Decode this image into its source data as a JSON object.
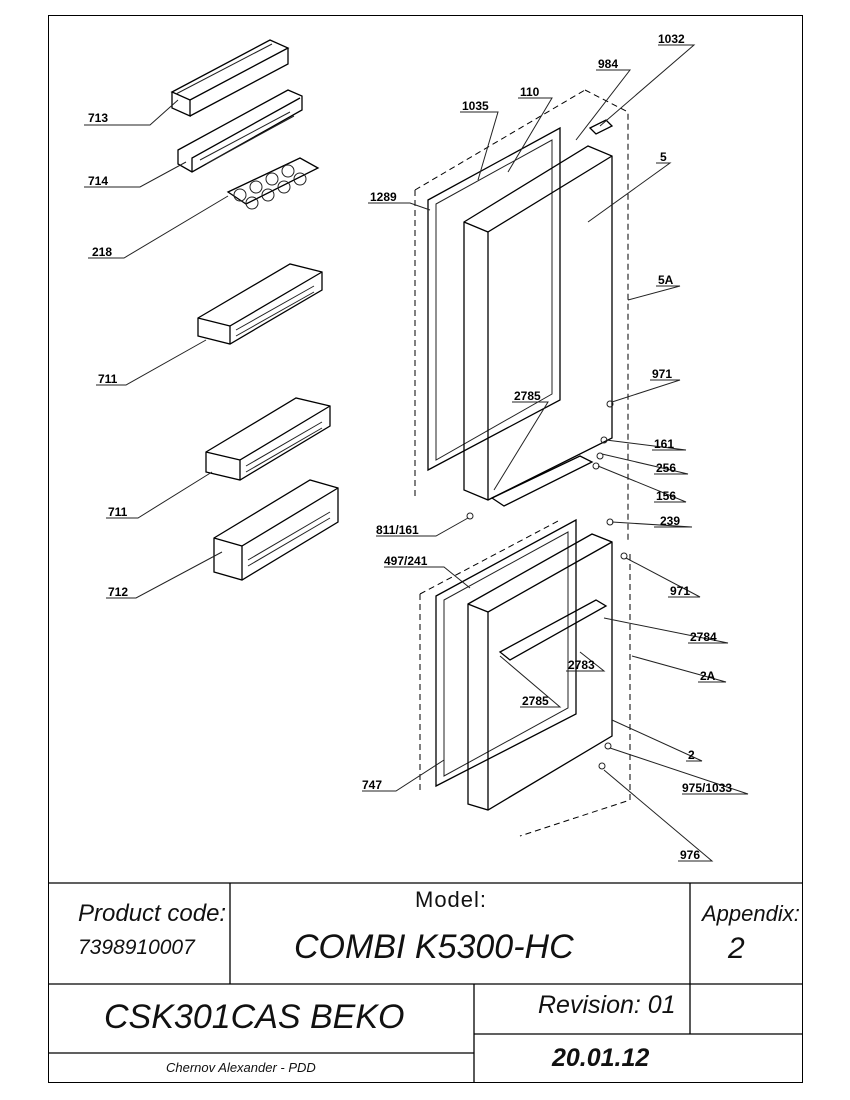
{
  "callouts": [
    {
      "id": "713",
      "text": "713"
    },
    {
      "id": "714",
      "text": "714"
    },
    {
      "id": "218",
      "text": "218"
    },
    {
      "id": "711a",
      "text": "711"
    },
    {
      "id": "711b",
      "text": "711"
    },
    {
      "id": "712",
      "text": "712"
    },
    {
      "id": "1035",
      "text": "1035"
    },
    {
      "id": "110",
      "text": "110"
    },
    {
      "id": "984",
      "text": "984"
    },
    {
      "id": "1032",
      "text": "1032"
    },
    {
      "id": "5",
      "text": "5"
    },
    {
      "id": "1289",
      "text": "1289"
    },
    {
      "id": "5A",
      "text": "5A"
    },
    {
      "id": "971a",
      "text": "971"
    },
    {
      "id": "2785a",
      "text": "2785"
    },
    {
      "id": "161",
      "text": "161"
    },
    {
      "id": "256",
      "text": "256"
    },
    {
      "id": "156",
      "text": "156"
    },
    {
      "id": "811/161",
      "text": "811/161"
    },
    {
      "id": "239",
      "text": "239"
    },
    {
      "id": "497/241",
      "text": "497/241"
    },
    {
      "id": "971b",
      "text": "971"
    },
    {
      "id": "2784",
      "text": "2784"
    },
    {
      "id": "2783",
      "text": "2783"
    },
    {
      "id": "2A",
      "text": "2A"
    },
    {
      "id": "2785b",
      "text": "2785"
    },
    {
      "id": "2",
      "text": "2"
    },
    {
      "id": "747",
      "text": "747"
    },
    {
      "id": "975/1033",
      "text": "975/1033"
    },
    {
      "id": "976",
      "text": "976"
    }
  ],
  "title_block": {
    "product_code_label": "Product code:",
    "product_code_value": "7398910007",
    "model_label": "Model:",
    "model_value": "COMBI K5300-HC",
    "appendix_label": "Appendix:",
    "appendix_value": "2",
    "product_name": "CSK301CAS BEKO",
    "revision": "Revision: 01",
    "author": "Chernov Alexander - PDD",
    "date": "20.01.12"
  }
}
